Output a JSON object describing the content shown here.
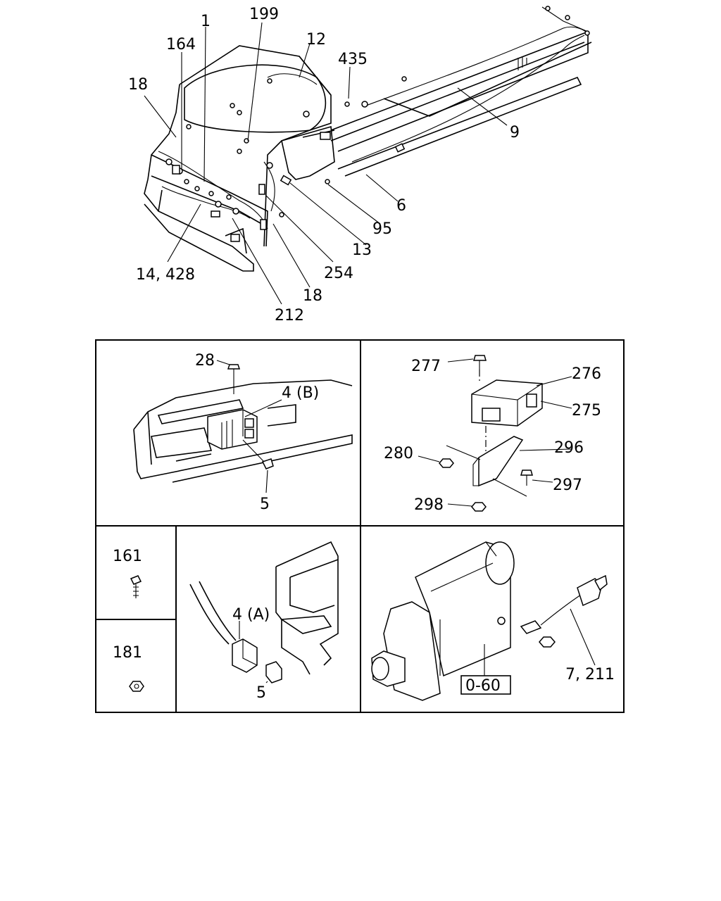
{
  "callouts": {
    "c1": "1",
    "c199": "199",
    "c164": "164",
    "c12": "12",
    "c435": "435",
    "c18a": "18",
    "c9": "9",
    "c6": "6",
    "c95": "95",
    "c13": "13",
    "c254": "254",
    "c14_428": "14, 428",
    "c18b": "18",
    "c212": "212",
    "c28": "28",
    "c4b": "4 (B)",
    "c5a": "5",
    "c277": "277",
    "c276": "276",
    "c275": "275",
    "c280": "280",
    "c296": "296",
    "c297": "297",
    "c298": "298",
    "c161": "161",
    "c181": "181",
    "c4a": "4 (A)",
    "c5b": "5",
    "c7_211": "7, 211",
    "ref_box": "0-60"
  },
  "colors": {
    "line": "#000000",
    "background": "#ffffff"
  }
}
